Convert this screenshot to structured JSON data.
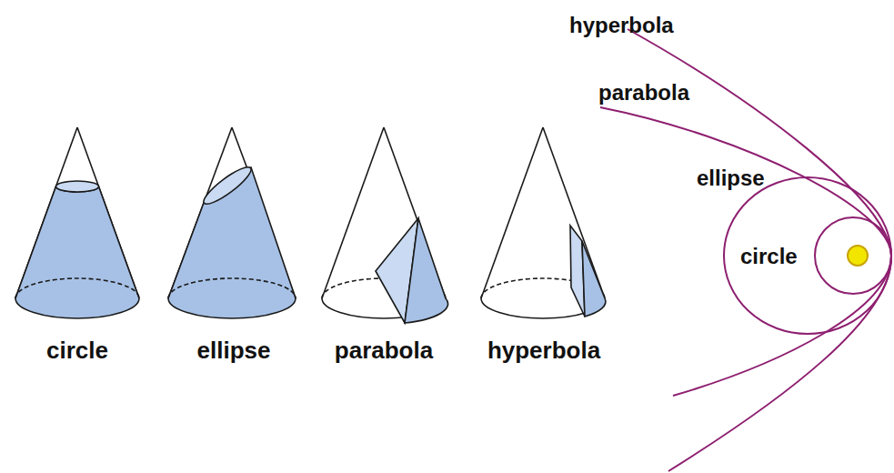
{
  "diagram": {
    "labels": [
      "hyperbola",
      "parabola",
      "ellipse",
      "circle",
      "ellipse",
      "parabola",
      "hyperbola",
      "circle"
    ]
  }
}
